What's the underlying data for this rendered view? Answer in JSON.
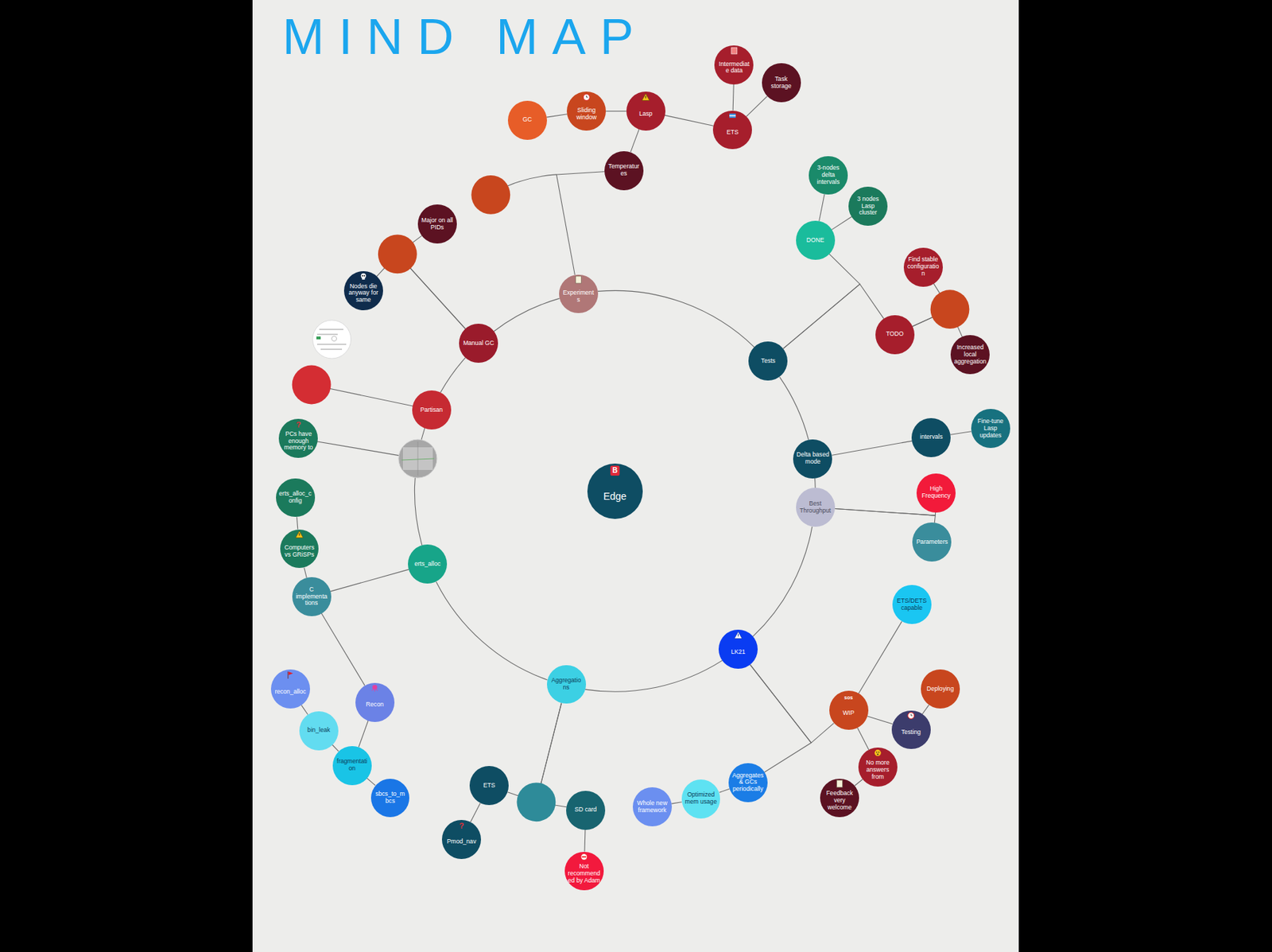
{
  "diagram": {
    "title": "MIND MAP",
    "nodes": [
      {
        "text": [
          "Edge"
        ]
      },
      {
        "text": [
          "Experiments"
        ]
      },
      {
        "text": [
          "Temperatures"
        ]
      },
      {
        "text": [
          "Lasp"
        ]
      },
      {
        "text": [
          "Sliding window"
        ]
      },
      {
        "text": [
          "GC"
        ]
      },
      {
        "text": [
          "ETS"
        ]
      },
      {
        "text": [
          "Intermediate data"
        ]
      },
      {
        "text": [
          "Task storage"
        ]
      },
      {
        "text": [
          "Manual GC"
        ]
      },
      {
        "text": [
          "Major on all PIDs"
        ]
      },
      {
        "text": [
          "Nodes die anyway for same"
        ]
      },
      {
        "text": [
          "Partisan"
        ]
      },
      {
        "text": [
          "PCs have enough memory to"
        ]
      },
      {
        "text": [
          "erts_alloc"
        ]
      },
      {
        "text": [
          "C implementations"
        ]
      },
      {
        "text": [
          "Computers vs GRiSPs"
        ]
      },
      {
        "text": [
          "erts_alloc_config"
        ]
      },
      {
        "text": [
          "Recon"
        ]
      },
      {
        "text": [
          "fragmentation"
        ]
      },
      {
        "text": [
          "bin_leak"
        ]
      },
      {
        "text": [
          "recon_alloc"
        ]
      },
      {
        "text": [
          "sbcs_to_mbcs"
        ]
      },
      {
        "text": [
          "Aggregations"
        ]
      },
      {
        "text": [
          "ETS"
        ]
      },
      {
        "text": [
          "Pmod_nav"
        ]
      },
      {
        "text": [
          "SD card"
        ]
      },
      {
        "text": [
          "Not recommended by Adam"
        ]
      },
      {
        "text": [
          "LK21"
        ]
      },
      {
        "text": [
          "Aggregates & GCs periodically"
        ]
      },
      {
        "text": [
          "Optimized mem usage"
        ]
      },
      {
        "text": [
          "Whole new framework"
        ]
      },
      {
        "text": [
          "WIP"
        ]
      },
      {
        "text": [
          "ETS/DETS capable"
        ]
      },
      {
        "text": [
          "Testing"
        ]
      },
      {
        "text": [
          "Deploying"
        ]
      },
      {
        "text": [
          "No more answers from"
        ]
      },
      {
        "text": [
          "Feedback very welcome"
        ]
      },
      {
        "text": [
          "Best Throughput"
        ]
      },
      {
        "text": [
          "High Frequency"
        ]
      },
      {
        "text": [
          "Parameters"
        ]
      },
      {
        "text": [
          "Delta based mode"
        ]
      },
      {
        "text": [
          "intervals"
        ]
      },
      {
        "text": [
          "Fine-tune Lasp updates"
        ]
      },
      {
        "text": [
          "Tests"
        ]
      },
      {
        "text": [
          "DONE"
        ]
      },
      {
        "text": [
          "3-nodes delta intervals"
        ]
      },
      {
        "text": [
          "3 nodes Lasp cluster"
        ]
      },
      {
        "text": [
          "TODO"
        ]
      },
      {
        "text": [
          "Find stable configuration"
        ]
      },
      {
        "text": [
          "Increased local aggregation"
        ]
      }
    ],
    "edges": [
      {
        "from": 1,
        "to": 44,
        "arrow": "none"
      },
      {
        "from": 44,
        "to": 41,
        "arrow": "none"
      },
      {
        "from": 41,
        "to": 38,
        "arrow": "none"
      },
      {
        "from": 38,
        "to": 28,
        "arrow": "none"
      },
      {
        "from": 28,
        "to": 23,
        "arrow": "none"
      },
      {
        "from": 23,
        "to": 14,
        "arrow": "none"
      },
      {
        "from": 12,
        "to": 9,
        "arrow": "none"
      },
      {
        "from": 9,
        "to": 1,
        "arrow": "none"
      },
      {
        "from": 1,
        "to": 2,
        "arrow": "none"
      },
      {
        "from": 2,
        "to": 3,
        "arrow": "none"
      },
      {
        "from": 3,
        "to": 4,
        "arrow": "none"
      },
      {
        "from": 4,
        "to": 5,
        "arrow": "none"
      },
      {
        "from": 3,
        "to": 6,
        "arrow": "none"
      },
      {
        "from": 6,
        "to": 7,
        "arrow": "none"
      },
      {
        "from": 6,
        "to": 8,
        "arrow": "none"
      },
      {
        "from": 9,
        "to": 10,
        "arrow": "none"
      },
      {
        "from": 9,
        "to": 11,
        "arrow": "none"
      },
      {
        "from": 14,
        "to": 15,
        "arrow": "none"
      },
      {
        "from": 15,
        "to": 16,
        "arrow": "none"
      },
      {
        "from": 16,
        "to": 17,
        "arrow": "none"
      },
      {
        "from": 15,
        "to": 18,
        "arrow": "none"
      },
      {
        "from": 18,
        "to": 19,
        "arrow": "none"
      },
      {
        "from": 19,
        "to": 20,
        "arrow": "none"
      },
      {
        "from": 20,
        "to": 21,
        "arrow": "none"
      },
      {
        "from": 19,
        "to": 22,
        "arrow": "none"
      },
      {
        "from": 23,
        "to": 24,
        "arrow": "none"
      },
      {
        "from": 23,
        "to": 26,
        "arrow": "none"
      },
      {
        "from": 24,
        "to": 25,
        "arrow": "none"
      },
      {
        "from": 26,
        "to": 27,
        "arrow": "none"
      },
      {
        "from": 28,
        "to": 29,
        "arrow": "none"
      },
      {
        "from": 28,
        "to": 32,
        "arrow": "none"
      },
      {
        "from": 29,
        "to": 30,
        "arrow": "none"
      },
      {
        "from": 30,
        "to": 31,
        "arrow": "none"
      },
      {
        "from": 32,
        "to": 33,
        "arrow": "none"
      },
      {
        "from": 32,
        "to": 34,
        "arrow": "none"
      },
      {
        "from": 34,
        "to": 35,
        "arrow": "none"
      },
      {
        "from": 32,
        "to": 36,
        "arrow": "none"
      },
      {
        "from": 36,
        "to": 37,
        "arrow": "none"
      },
      {
        "from": 38,
        "to": 39,
        "arrow": "none"
      },
      {
        "from": 38,
        "to": 40,
        "arrow": "none"
      },
      {
        "from": 41,
        "to": 42,
        "arrow": "none"
      },
      {
        "from": 42,
        "to": 43,
        "arrow": "none"
      },
      {
        "from": 44,
        "to": 45,
        "arrow": "none"
      },
      {
        "from": 44,
        "to": 48,
        "arrow": "none"
      },
      {
        "from": 45,
        "to": 46,
        "arrow": "none"
      },
      {
        "from": 45,
        "to": 47,
        "arrow": "none"
      },
      {
        "from": 48,
        "to": 49,
        "arrow": "none"
      },
      {
        "from": 48,
        "to": 50,
        "arrow": "none"
      }
    ],
    "labels": [
      "B",
      "?",
      "?",
      "sos"
    ]
  }
}
